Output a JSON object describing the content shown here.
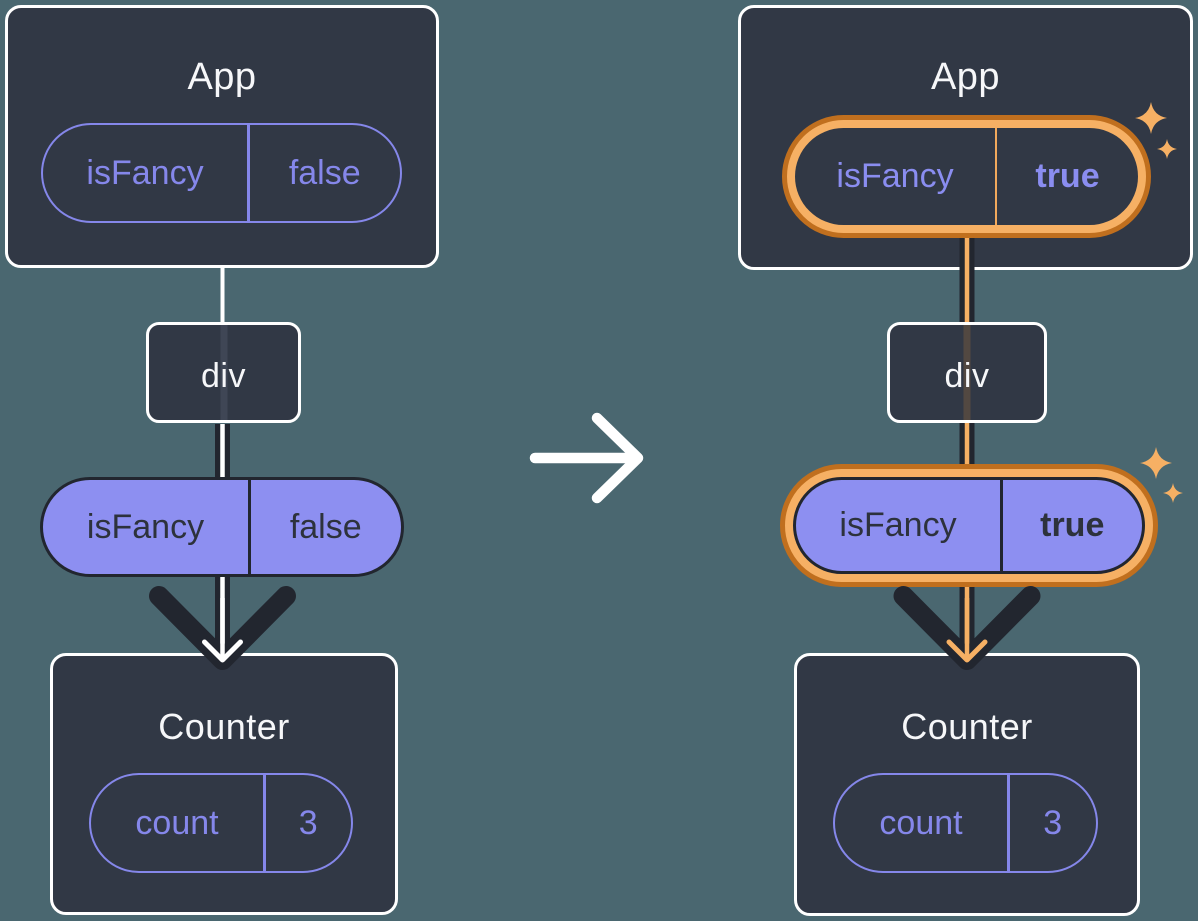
{
  "diagram": {
    "before": {
      "app": {
        "title": "App",
        "state_pill": {
          "name": "isFancy",
          "value": "false"
        }
      },
      "div_node": {
        "label": "div"
      },
      "prop_pill": {
        "name": "isFancy",
        "value": "false"
      },
      "counter": {
        "title": "Counter",
        "state_pill": {
          "name": "count",
          "value": "3"
        }
      }
    },
    "after": {
      "app": {
        "title": "App",
        "state_pill": {
          "name": "isFancy",
          "value": "true"
        }
      },
      "div_node": {
        "label": "div"
      },
      "prop_pill": {
        "name": "isFancy",
        "value": "true"
      },
      "counter": {
        "title": "Counter",
        "state_pill": {
          "name": "count",
          "value": "3"
        }
      }
    },
    "colors": {
      "background": "#4a6770",
      "card": "#313845",
      "card_border": "#ffffff",
      "purple": "#8587ea",
      "purple_fill": "#8d8ff1",
      "dark": "#22262f",
      "dark_text": "#2d323c",
      "orange_light": "#f6b064",
      "orange_dark": "#c06f1e",
      "white": "#ffffff"
    }
  }
}
